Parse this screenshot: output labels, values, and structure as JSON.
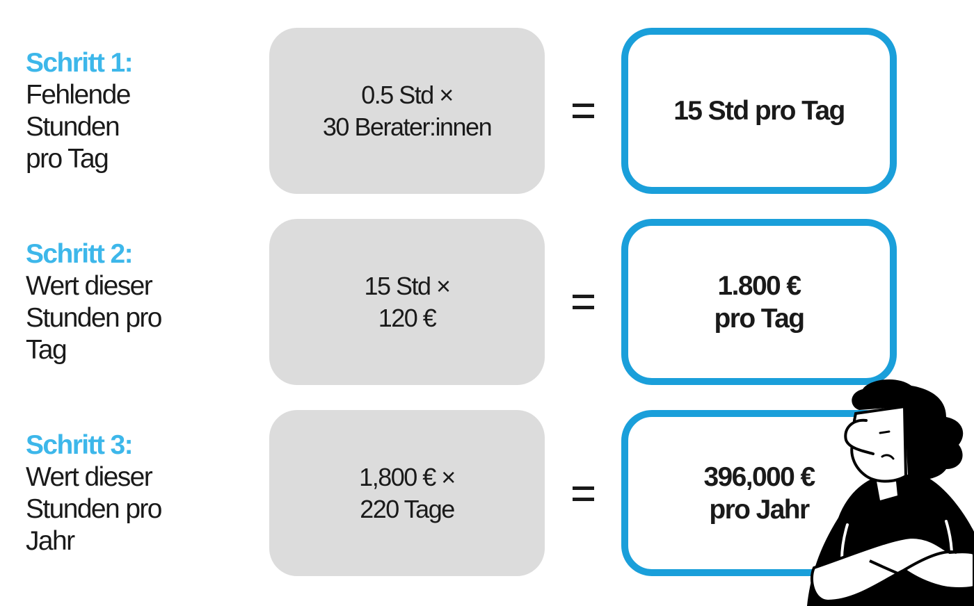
{
  "colors": {
    "step_title": "#3db7ea",
    "result_border": "#1a9fda",
    "calc_background": "#dcdcdc",
    "text": "#1a1a1a"
  },
  "steps": [
    {
      "title": "Schritt 1:",
      "description": "Fehlende\nStunden\npro Tag",
      "calculation": "0.5 Std ×\n30 Berater:innen",
      "operator": "=",
      "result": "15 Std pro Tag"
    },
    {
      "title": "Schritt 2:",
      "description": "Wert dieser\nStunden pro\nTag",
      "calculation": "15 Std ×\n120 €",
      "operator": "=",
      "result": "1.800 €\npro Tag"
    },
    {
      "title": "Schritt 3:",
      "description": "Wert dieser\nStunden pro\nJahr",
      "calculation": "1,800 € ×\n220 Tage",
      "operator": "=",
      "result": "396,000 €\npro Jahr"
    }
  ],
  "illustration": {
    "icon": "person-arms-crossed-illustration"
  }
}
